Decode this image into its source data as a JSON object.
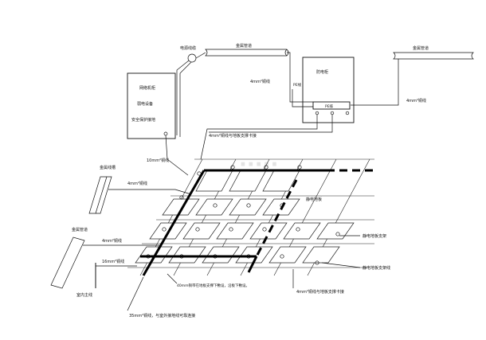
{
  "labels": {
    "metal_pipe_1": "金属管道",
    "metal_pipe_2": "金属管道",
    "metal_duct_left": "金属线槽",
    "metal_pipe_left": "金属管道",
    "power_cable": "电源线缆",
    "network_cabinet_l1": "网络机柜",
    "network_cabinet_l2": "弱电设备",
    "network_cabinet_l3": "安全保护接地",
    "static_cabinet": "防电柜",
    "pe_bar": "PE排",
    "pe_line": "PE线",
    "wire_4mm_top": "4mm²铜线",
    "wire_4mm_right": "4mm²铜线",
    "wire_4mm_floor": "4mm²铜线与地板支撑卡接",
    "wire_10mm": "10mm²铜线",
    "wire_4mm_duct": "4mm²铜线",
    "wire_4mm_pipe": "4mm²铜线",
    "wire_16mm": "16mm²铜线",
    "indoor_trunk": "室内主线",
    "static_floor": "静电地板",
    "floor_support": "静电地板支架",
    "floor_support_wire": "静电地板支架线",
    "floor_card_wire": "4mm²铜线与地板支撑卡接",
    "copper_strip_note": "40mm铜带在地板支撑下敷设，沿板下敷设。",
    "bottom_note": "35mm²铜线，与室外接地线可靠连接"
  }
}
